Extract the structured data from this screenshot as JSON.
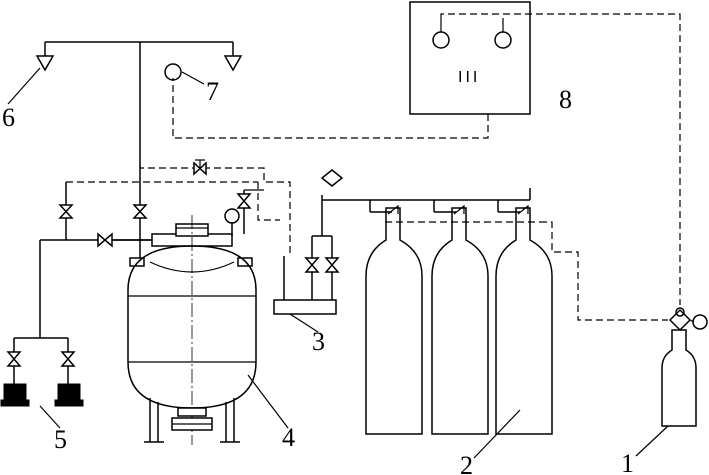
{
  "labels": {
    "cylinder_small": "1",
    "gas_cylinders": "2",
    "collector": "3",
    "storage_tank": "4",
    "weights": "5",
    "nozzle": "6",
    "detector": "7",
    "control_panel": "8"
  },
  "panel": {
    "indicator": "III"
  }
}
